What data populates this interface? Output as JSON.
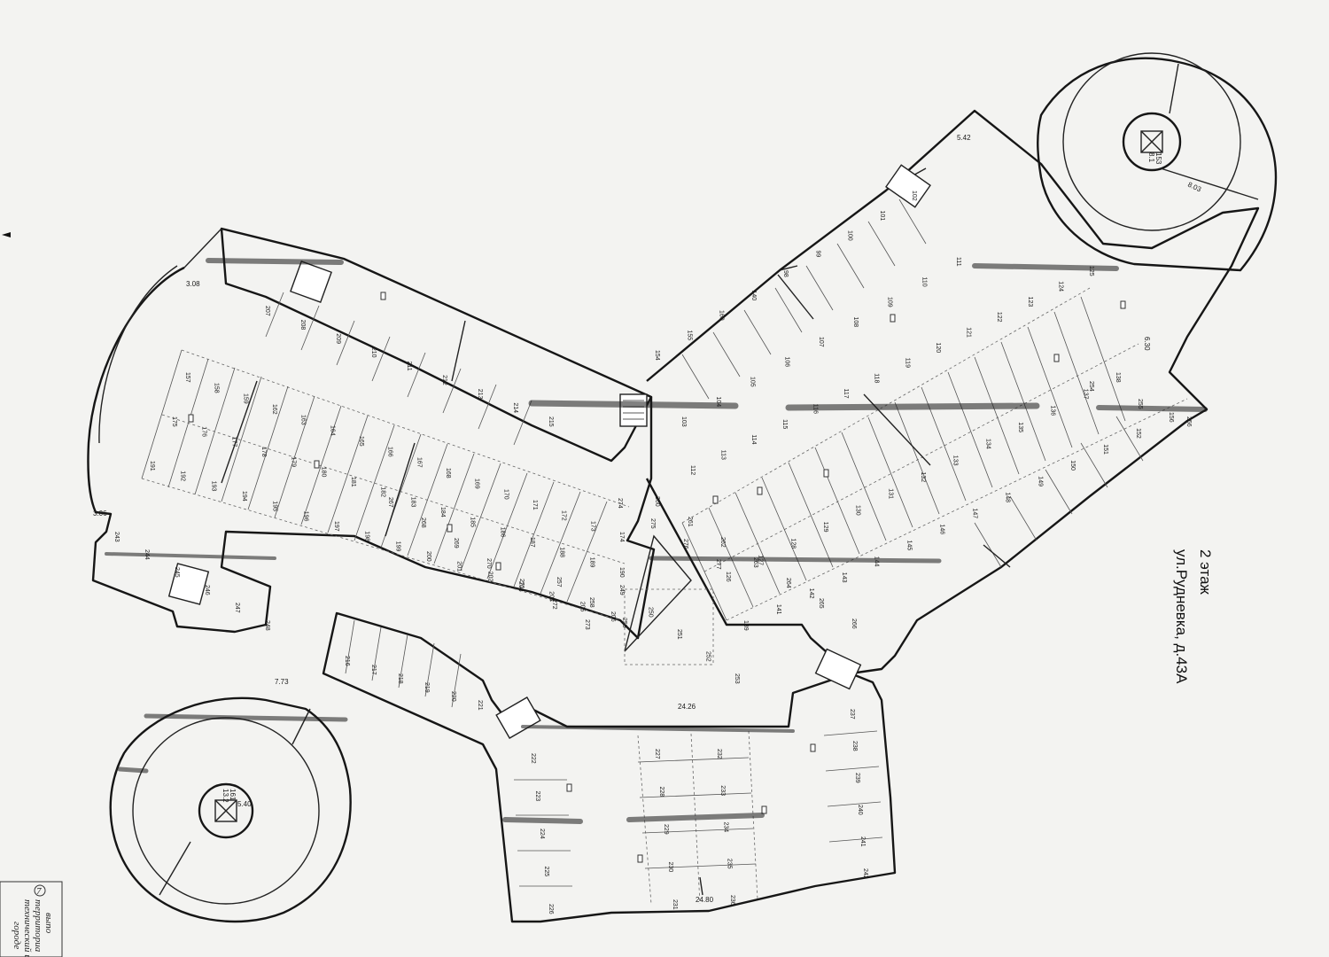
{
  "title": {
    "floor": "2 этаж",
    "address": "ул.Рудневка, д.43А"
  },
  "stamp": {
    "badge": "7",
    "lines": [
      "выпо",
      "территориа",
      "технический и",
      "городе"
    ]
  },
  "ramps": {
    "right": {
      "number": "153",
      "area": "8.1"
    },
    "left": {
      "number": "161",
      "area": "13.2"
    }
  },
  "dimensions": [
    "24.26",
    "24.80",
    "8.03",
    "7.73",
    "3.08",
    "3.06",
    "5.42",
    "6.30",
    "5.40"
  ],
  "stall_numbers": [
    "154",
    "155",
    "160",
    "140",
    "98",
    "99",
    "100",
    "101",
    "102",
    "103",
    "104",
    "105",
    "106",
    "107",
    "108",
    "109",
    "110",
    "111",
    "112",
    "113",
    "114",
    "115",
    "116",
    "117",
    "118",
    "119",
    "120",
    "121",
    "122",
    "123",
    "124",
    "125",
    "126",
    "127",
    "128",
    "129",
    "130",
    "131",
    "132",
    "133",
    "134",
    "135",
    "136",
    "137",
    "138",
    "139",
    "141",
    "142",
    "143",
    "144",
    "145",
    "146",
    "147",
    "148",
    "149",
    "150",
    "151",
    "152",
    "156",
    "157",
    "158",
    "159",
    "162",
    "163",
    "164",
    "165",
    "166",
    "167",
    "168",
    "169",
    "170",
    "171",
    "172",
    "173",
    "174",
    "175",
    "176",
    "177",
    "178",
    "179",
    "180",
    "181",
    "182",
    "183",
    "184",
    "185",
    "186",
    "187",
    "188",
    "189",
    "190",
    "191",
    "192",
    "193",
    "194",
    "195",
    "196",
    "197",
    "198",
    "199",
    "200",
    "201",
    "202",
    "203",
    "204",
    "205",
    "206",
    "207",
    "208",
    "209",
    "210",
    "211",
    "212",
    "213",
    "214",
    "215",
    "216",
    "217",
    "218",
    "219",
    "220",
    "221",
    "222",
    "223",
    "224",
    "225",
    "226",
    "227",
    "228",
    "229",
    "230",
    "231",
    "232",
    "233",
    "234",
    "235",
    "236",
    "237",
    "238",
    "239",
    "240",
    "241",
    "242",
    "243",
    "244",
    "245",
    "246",
    "247",
    "248",
    "249",
    "250",
    "251",
    "252",
    "253",
    "254",
    "255",
    "256",
    "257",
    "258",
    "259",
    "260",
    "261",
    "262",
    "263",
    "264",
    "265",
    "266",
    "267",
    "268",
    "269",
    "270",
    "271",
    "272",
    "273",
    "274",
    "275",
    "276",
    "277"
  ]
}
